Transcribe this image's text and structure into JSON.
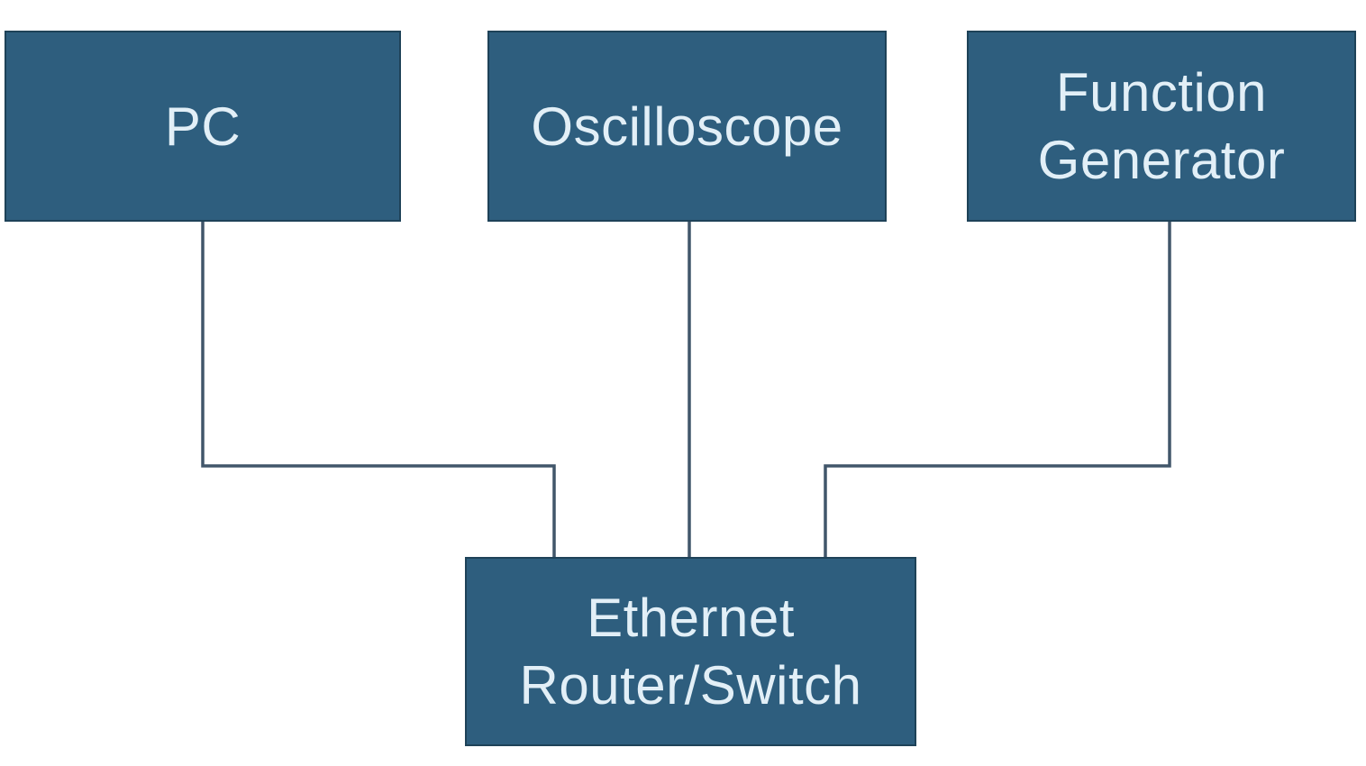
{
  "diagram": {
    "type": "network-topology",
    "background": "#FFFFFF",
    "nodes": [
      {
        "id": "pc",
        "label": "PC"
      },
      {
        "id": "oscilloscope",
        "label": "Oscilloscope"
      },
      {
        "id": "function-generator",
        "label": "Function Generator"
      },
      {
        "id": "ethernet-router-switch",
        "label": "Ethernet Router/Switch"
      }
    ],
    "edges": [
      {
        "from": "pc",
        "to": "ethernet-router-switch",
        "style": "orthogonal"
      },
      {
        "from": "oscilloscope",
        "to": "ethernet-router-switch",
        "style": "straight"
      },
      {
        "from": "function-generator",
        "to": "ethernet-router-switch",
        "style": "orthogonal"
      }
    ],
    "colors": {
      "node_fill": "#2E5E7E",
      "node_border": "#1E4258",
      "connector": "#41566A",
      "label_text": "#E2EFF7"
    }
  }
}
